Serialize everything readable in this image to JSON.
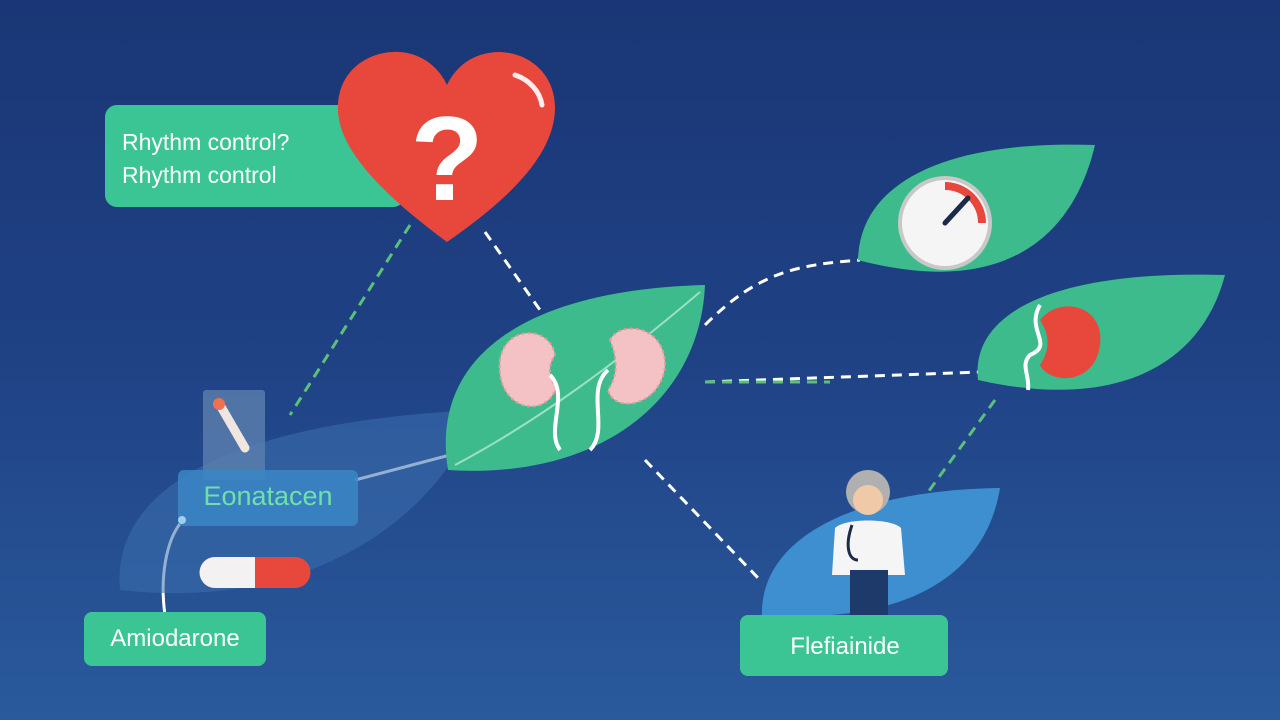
{
  "labels": {
    "question_line1": "Rhythm control?",
    "question_line2": "Rhythm control",
    "heart_symbol": "?",
    "faded_card": "Eonatacen",
    "left_drug": "Amiodarone",
    "right_drug": "Flefiainide"
  },
  "colors": {
    "heart": "#e8483c",
    "label_green": "#3cc594",
    "leaf_green": "#3dbb8c",
    "leaf_blue": "#3d8fd0",
    "kidney_pink": "#f4c2c4",
    "kidney_red": "#e8483c"
  }
}
